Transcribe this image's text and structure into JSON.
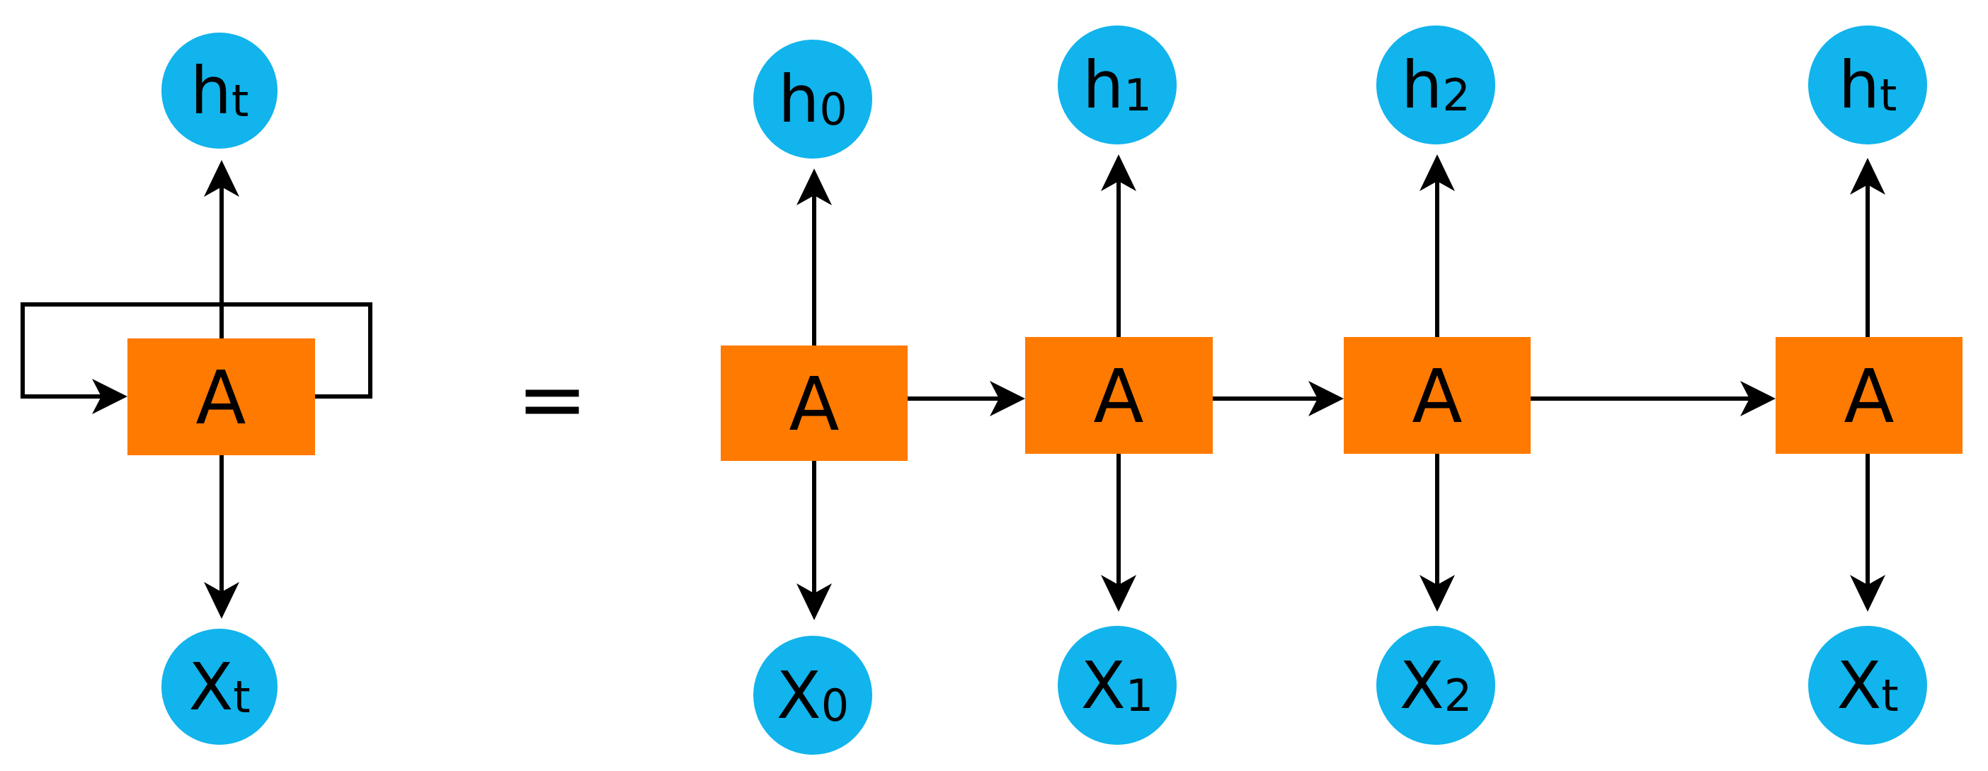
{
  "colors": {
    "cell_fill": "#FF7A00",
    "node_fill": "#11B4EC",
    "line": "#000000",
    "background": "#FFFFFF"
  },
  "equals": "=",
  "folded": {
    "cell": "A",
    "output": {
      "main": "h",
      "sub": "t"
    },
    "input": {
      "main": "X",
      "sub": "t"
    }
  },
  "unrolled": [
    {
      "cell": "A",
      "output": {
        "main": "h",
        "sub": "0"
      },
      "input": {
        "main": "X",
        "sub": "0"
      }
    },
    {
      "cell": "A",
      "output": {
        "main": "h",
        "sub": "1"
      },
      "input": {
        "main": "X",
        "sub": "1"
      }
    },
    {
      "cell": "A",
      "output": {
        "main": "h",
        "sub": "2"
      },
      "input": {
        "main": "X",
        "sub": "2"
      }
    },
    {
      "cell": "A",
      "output": {
        "main": "h",
        "sub": "t"
      },
      "input": {
        "main": "X",
        "sub": "t"
      }
    }
  ]
}
